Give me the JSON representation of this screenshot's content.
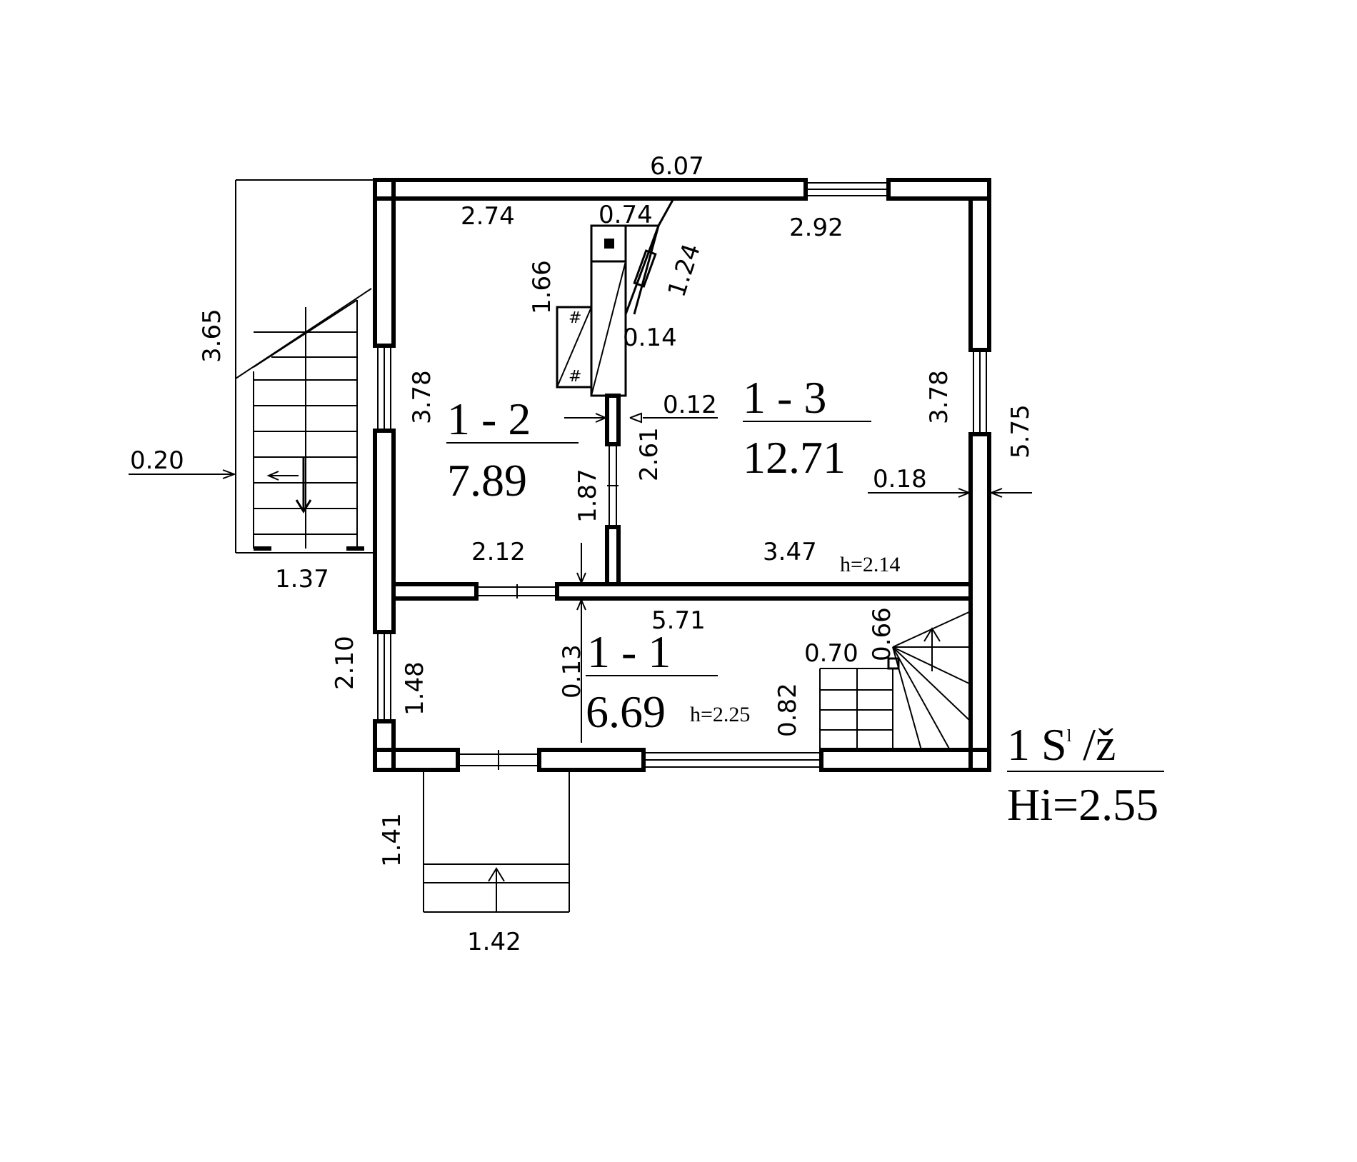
{
  "dimensions": {
    "d_6_07": "6.07",
    "d_2_74": "2.74",
    "d_0_74": "0.74",
    "d_2_92": "2.92",
    "d_1_24": "1.24",
    "d_1_66": "1.66",
    "d_0_14": "0.14",
    "d_3_65": "3.65",
    "d_3_78_left": "3.78",
    "d_3_78_right": "3.78",
    "d_0_12": "0.12",
    "d_5_75": "5.75",
    "d_0_20": "0.20",
    "d_2_61": "2.61",
    "d_1_87": "1.87",
    "d_0_18": "0.18",
    "d_2_12": "2.12",
    "d_3_47": "3.47",
    "d_1_37": "1.37",
    "d_5_71": "5.71",
    "d_0_66": "0.66",
    "d_0_70": "0.70",
    "d_2_10": "2.10",
    "d_1_48": "1.48",
    "d_0_13": "0.13",
    "d_0_82": "0.82",
    "d_1_41": "1.41",
    "d_1_42": "1.42"
  },
  "rooms": {
    "r12": {
      "label": "1 - 2",
      "area": "7.89"
    },
    "r13": {
      "label": "1 - 3",
      "area": "12.71",
      "height": "h=2.14"
    },
    "r11": {
      "label": "1 - 1",
      "area": "6.69",
      "height": "h=2.25"
    }
  },
  "legend": {
    "line1_main": "1  S",
    "line1_sup": "l",
    "line1_tail": " /ž",
    "line2": "Hi=2.55"
  }
}
